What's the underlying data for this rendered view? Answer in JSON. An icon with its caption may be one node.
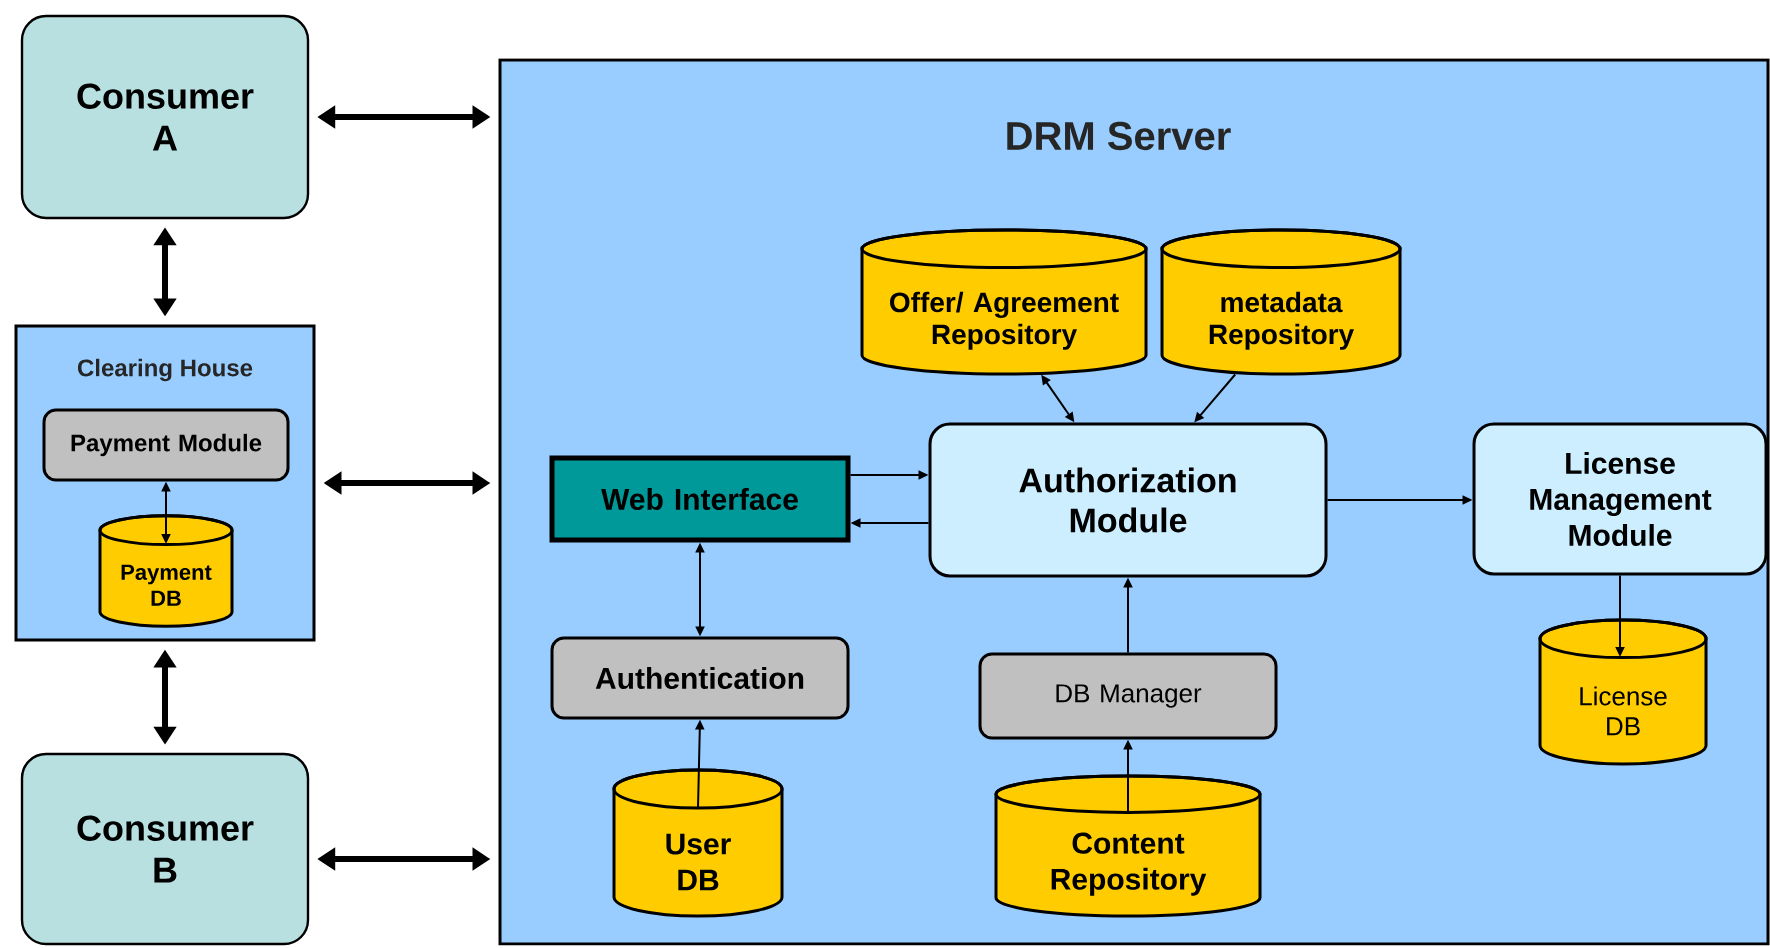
{
  "diagram": {
    "nodes": [
      {
        "text": [
          "Consumer A"
        ]
      },
      {
        "text": [
          "Clearing House"
        ]
      },
      {
        "text": [
          "Payment Module"
        ],
        "in": 1
      },
      {
        "text": [
          "Payment DB"
        ],
        "in": 1
      },
      {
        "text": [
          "Consumer B"
        ]
      },
      {
        "text": [
          "DRM Server"
        ]
      },
      {
        "text": [
          "Offer/ Agreement Repository"
        ],
        "in": 5
      },
      {
        "text": [
          "metadata Repository"
        ],
        "in": 5
      },
      {
        "text": [
          "Web Interface"
        ],
        "in": 5
      },
      {
        "text": [
          "Authorization Module"
        ],
        "in": 5
      },
      {
        "text": [
          "License Management Module"
        ],
        "in": 5
      },
      {
        "text": [
          "Authentication"
        ],
        "in": 5
      },
      {
        "text": [
          "DB Manager"
        ],
        "in": 5
      },
      {
        "text": [
          "License DB"
        ],
        "in": 5
      },
      {
        "text": [
          "User DB"
        ],
        "in": 5
      },
      {
        "text": [
          "Content Repository"
        ],
        "in": 5
      }
    ],
    "edges": [
      {
        "from": 0,
        "to": 5,
        "arrow": "both",
        "style": "thick"
      },
      {
        "from": 0,
        "to": 1,
        "arrow": "both",
        "style": "thick"
      },
      {
        "from": 1,
        "to": 5,
        "arrow": "both",
        "style": "thick"
      },
      {
        "from": 1,
        "to": 4,
        "arrow": "both",
        "style": "thick"
      },
      {
        "from": 4,
        "to": 5,
        "arrow": "both",
        "style": "thick"
      },
      {
        "from": 2,
        "to": 3,
        "arrow": "both"
      },
      {
        "from": 6,
        "to": 9,
        "arrow": "both"
      },
      {
        "from": 7,
        "to": 9,
        "arrow": "to"
      },
      {
        "from": 8,
        "to": 9,
        "arrow": "to"
      },
      {
        "from": 9,
        "to": 8,
        "arrow": "to"
      },
      {
        "from": 9,
        "to": 10,
        "arrow": "to"
      },
      {
        "from": 10,
        "to": 13,
        "arrow": "to"
      },
      {
        "from": 11,
        "to": 8,
        "arrow": "both"
      },
      {
        "from": 14,
        "to": 11,
        "arrow": "to"
      },
      {
        "from": 12,
        "to": 9,
        "arrow": "to"
      },
      {
        "from": 15,
        "to": 12,
        "arrow": "to"
      }
    ]
  }
}
